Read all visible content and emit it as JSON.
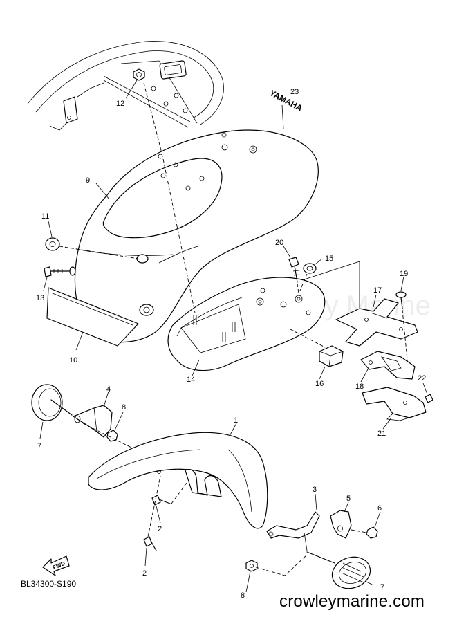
{
  "diagram": {
    "code": "BL34300-S190",
    "site": "crowleymarine.com",
    "watermark": "Crowley Marine",
    "decal_text": "YAMAHA",
    "fwd_label": "FWD"
  },
  "callouts": [
    "1",
    "2",
    "2",
    "3",
    "4",
    "5",
    "6",
    "7",
    "7",
    "8",
    "8",
    "9",
    "10",
    "11",
    "12",
    "13",
    "14",
    "15",
    "16",
    "17",
    "18",
    "19",
    "20",
    "21",
    "22",
    "23"
  ]
}
